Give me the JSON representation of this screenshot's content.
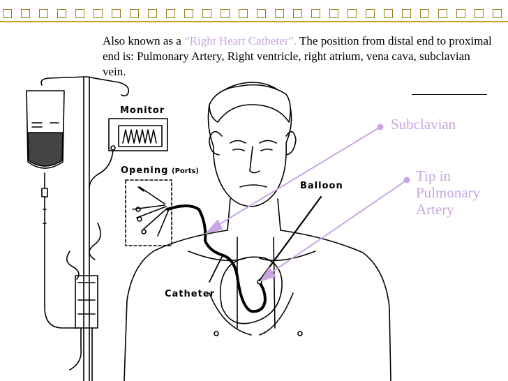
{
  "description": {
    "prefix": "Also known as a ",
    "highlight": "“Right Heart Catheter”.",
    "suffix": " The position from distal end to proximal end is: Pulmonary Artery, Right ventricle, right atrium, vena cava, subclavian vein."
  },
  "callouts": {
    "subclavian": "Subclavian",
    "tip_line1": "Tip in",
    "tip_line2": "Pulmonary",
    "tip_line3": "Artery"
  },
  "figure_labels": {
    "monitor": "Monitor",
    "opening": "Opening",
    "ports": "(Ports)",
    "balloon": "Balloon",
    "catheter": "Catheter"
  },
  "colors": {
    "accent_text": "#c9a6e3",
    "arrow": "#c9a6e3",
    "frame": "#c79f2a"
  }
}
